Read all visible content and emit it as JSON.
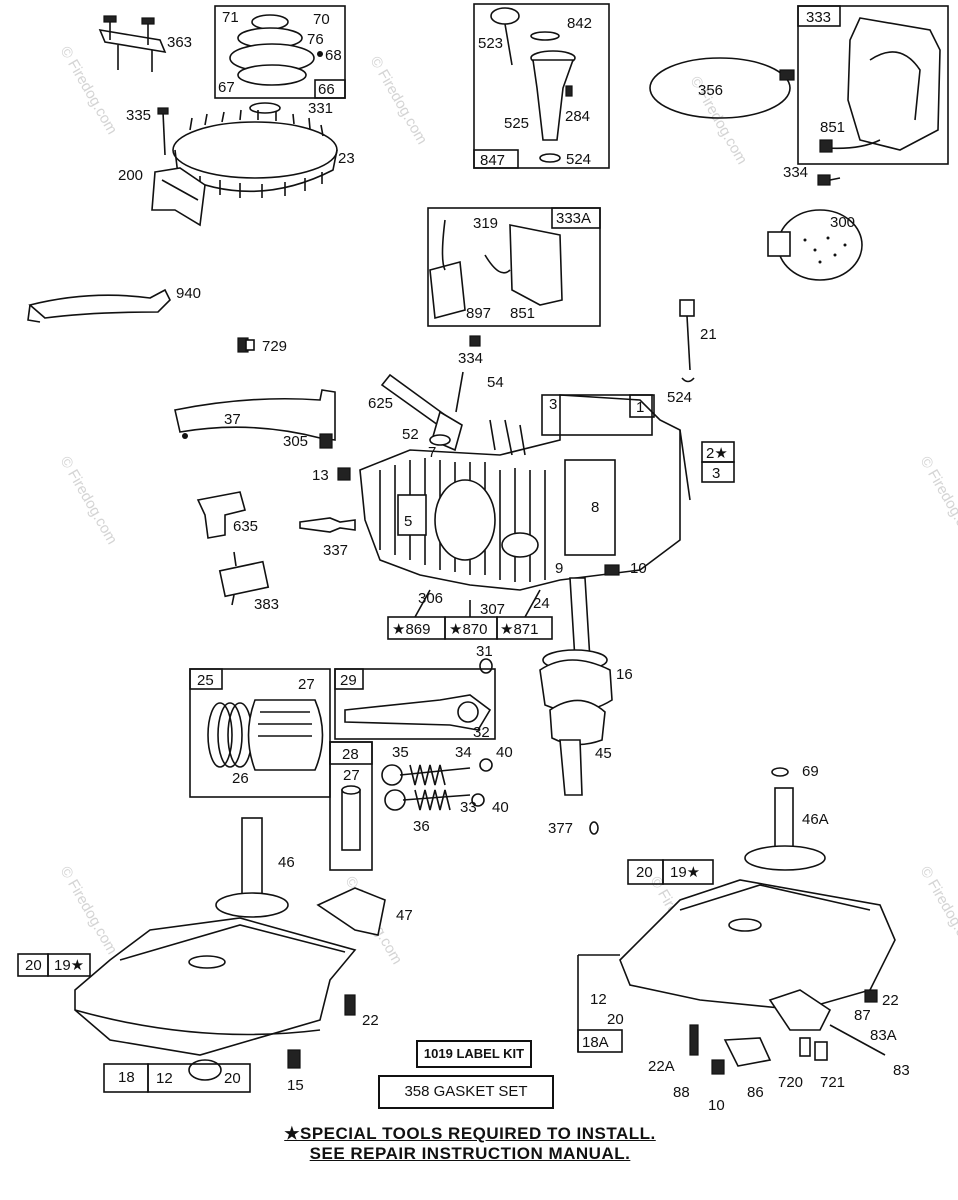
{
  "watermark": "© Firedog.com",
  "parts": {
    "p363": "363",
    "p71": "71",
    "p70": "70",
    "p76": "76",
    "p68": "68",
    "p67": "67",
    "p66": "66",
    "p331": "331",
    "p335": "335",
    "p23": "23",
    "p200": "200",
    "p940": "940",
    "p729": "729",
    "p523": "523",
    "p842": "842",
    "p525": "525",
    "p284": "284",
    "p847": "847",
    "p524a": "524",
    "p333": "333",
    "p356": "356",
    "p851a": "851",
    "p334a": "334",
    "p300": "300",
    "p319": "319",
    "p333A": "333A",
    "p897": "897",
    "p851b": "851",
    "p334b": "334",
    "p21": "21",
    "p524b": "524",
    "p625": "625",
    "p54": "54",
    "p37": "37",
    "p305": "305",
    "p52": "52",
    "p7": "7",
    "p3": "3",
    "p1": "1",
    "p2star": "2★",
    "p3b": "3",
    "p13": "13",
    "p635": "635",
    "p5": "5",
    "p8": "8",
    "p337": "337",
    "p9": "9",
    "p10a": "10",
    "p383": "383",
    "p306": "306",
    "p307": "307",
    "p24": "24",
    "p869": "★869",
    "p870": "★870",
    "p871": "★871",
    "p31": "31",
    "p16": "16",
    "p25": "25",
    "p27a": "27",
    "p26": "26",
    "p29": "29",
    "p32": "32",
    "p28": "28",
    "p27b": "27",
    "p35": "35",
    "p34": "34",
    "p40a": "40",
    "p45": "45",
    "p36": "36",
    "p33": "33",
    "p40b": "40",
    "p377": "377",
    "p69": "69",
    "p46A": "46A",
    "p46": "46",
    "p47": "47",
    "p20a": "20",
    "p19a": "19★",
    "p20b": "20",
    "p19b": "19★",
    "p22a": "22",
    "p18": "18",
    "p12a": "12",
    "p20c": "20",
    "p15": "15",
    "p12b": "12",
    "p20d": "20",
    "p18A": "18A",
    "p22b": "22",
    "p87": "87",
    "p83A": "83A",
    "p22A": "22A",
    "p88": "88",
    "p10b": "10",
    "p86": "86",
    "p720": "720",
    "p721": "721",
    "p83": "83"
  },
  "kits": {
    "label_kit": "1019 LABEL KIT",
    "gasket_set": "358 GASKET SET"
  },
  "notes": {
    "line1": "★SPECIAL TOOLS REQUIRED TO INSTALL.",
    "line2": "SEE REPAIR INSTRUCTION MANUAL."
  }
}
